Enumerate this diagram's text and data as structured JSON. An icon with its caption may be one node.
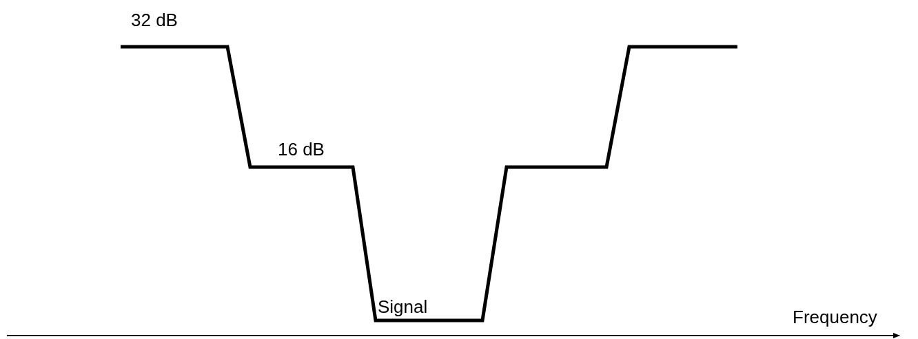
{
  "diagram": {
    "labels": [
      "32 dB",
      "16 dB",
      "Signal",
      "Frequency"
    ]
  }
}
